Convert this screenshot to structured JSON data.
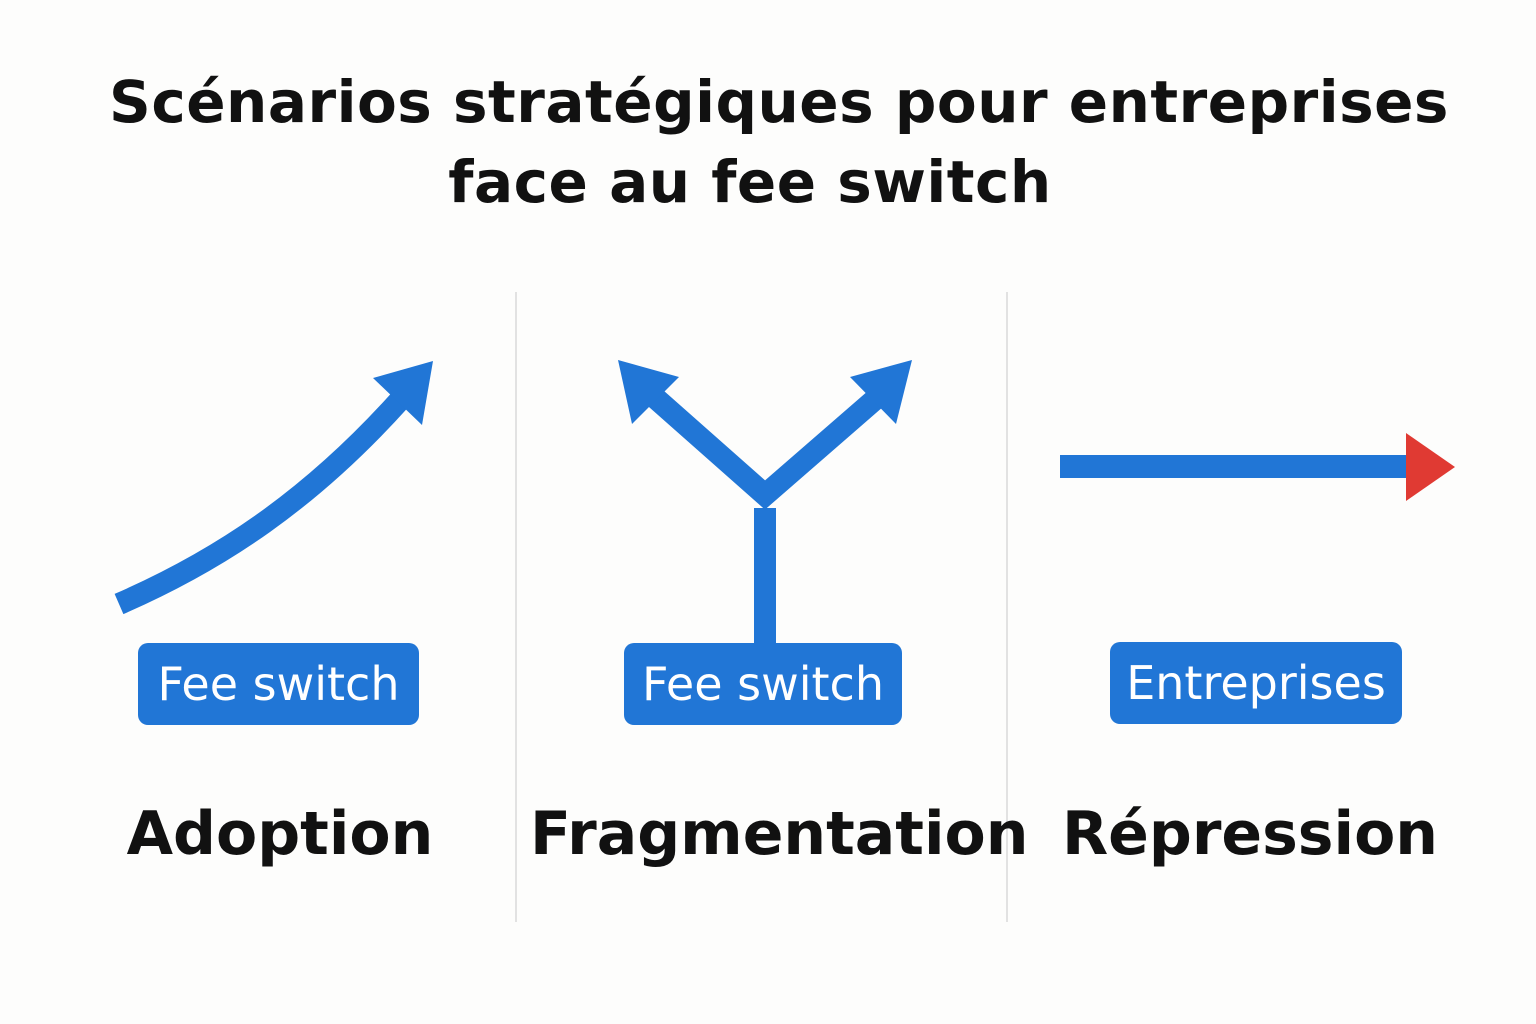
{
  "title": {
    "line1": "Scénarios stratégiques pour entreprises",
    "line2": "face au fee switch"
  },
  "colors": {
    "blue": "#2176d6",
    "red": "#e03a33",
    "divider": "#e2e2e2",
    "background": "#fdfdfc"
  },
  "scenarios": [
    {
      "name": "Adoption",
      "badge": "Fee switch",
      "icon": "curved-up-arrow-icon"
    },
    {
      "name": "Fragmentation",
      "badge": "Fee switch",
      "icon": "split-fork-arrow-icon"
    },
    {
      "name": "Répression",
      "badge": "Entreprises",
      "icon": "blocked-right-arrow-icon"
    }
  ]
}
